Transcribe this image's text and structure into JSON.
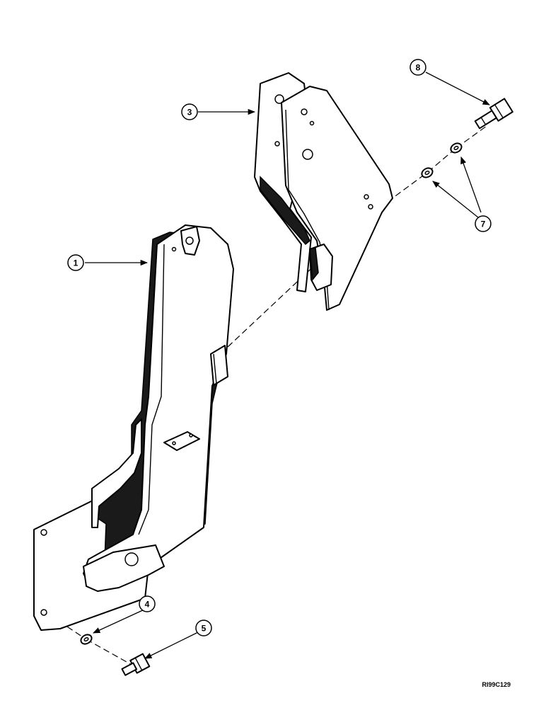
{
  "callouts": {
    "c1": "1",
    "c3": "3",
    "c4": "4",
    "c5": "5",
    "c7": "7",
    "c8": "8"
  },
  "reference_code": "RI99C129"
}
